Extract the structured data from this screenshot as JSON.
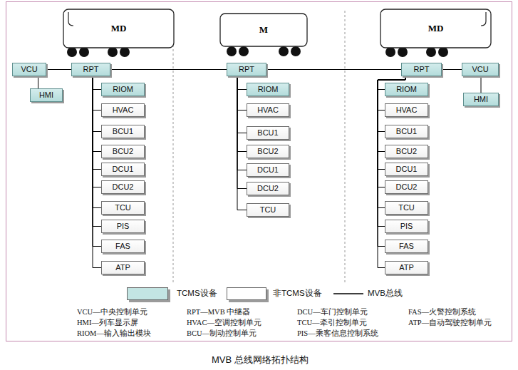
{
  "diagram": {
    "caption": "MVB 总线网络拓扑结构",
    "nodes": [
      {
        "text": [
          "MD"
        ]
      },
      {
        "text": [
          "M"
        ]
      },
      {
        "text": [
          "MD"
        ]
      },
      {
        "text": [
          "VCU"
        ]
      },
      {
        "text": [
          "HMI"
        ]
      },
      {
        "text": [
          "RPT"
        ]
      },
      {
        "text": [
          "RIOM"
        ]
      },
      {
        "text": [
          "HVAC"
        ]
      },
      {
        "text": [
          "BCU1"
        ]
      },
      {
        "text": [
          "BCU2"
        ]
      },
      {
        "text": [
          "DCU1"
        ]
      },
      {
        "text": [
          "DCU2"
        ]
      },
      {
        "text": [
          "TCU"
        ]
      },
      {
        "text": [
          "PIS"
        ]
      },
      {
        "text": [
          "FAS"
        ]
      },
      {
        "text": [
          "ATP"
        ]
      },
      {
        "text": [
          "RPT"
        ]
      },
      {
        "text": [
          "RIOM"
        ]
      },
      {
        "text": [
          "HVAC"
        ]
      },
      {
        "text": [
          "BCU1"
        ]
      },
      {
        "text": [
          "BCU2"
        ]
      },
      {
        "text": [
          "DCU1"
        ]
      },
      {
        "text": [
          "DCU2"
        ]
      },
      {
        "text": [
          "TCU"
        ]
      },
      {
        "text": [
          "RPT"
        ]
      },
      {
        "text": [
          "RIOM"
        ]
      },
      {
        "text": [
          "HVAC"
        ]
      },
      {
        "text": [
          "BCU1"
        ]
      },
      {
        "text": [
          "BCU2"
        ]
      },
      {
        "text": [
          "DCU1"
        ]
      },
      {
        "text": [
          "DCU2"
        ]
      },
      {
        "text": [
          "TCU"
        ]
      },
      {
        "text": [
          "PIS"
        ]
      },
      {
        "text": [
          "FAS"
        ]
      },
      {
        "text": [
          "ATP"
        ]
      },
      {
        "text": [
          "VCU"
        ]
      },
      {
        "text": [
          "HMI"
        ]
      }
    ],
    "edges": [
      {
        "from": 3,
        "to": 5,
        "arrow": "none"
      },
      {
        "from": 5,
        "to": 16,
        "arrow": "none"
      },
      {
        "from": 16,
        "to": 24,
        "arrow": "none"
      },
      {
        "from": 24,
        "to": 35,
        "arrow": "none"
      },
      {
        "from": 3,
        "to": 4,
        "arrow": "none"
      },
      {
        "from": 35,
        "to": 36,
        "arrow": "none"
      },
      {
        "from": 5,
        "to": 6,
        "arrow": "none"
      },
      {
        "from": 5,
        "to": 7,
        "arrow": "none"
      },
      {
        "from": 5,
        "to": 8,
        "arrow": "none"
      },
      {
        "from": 5,
        "to": 9,
        "arrow": "none"
      },
      {
        "from": 5,
        "to": 10,
        "arrow": "none"
      },
      {
        "from": 5,
        "to": 11,
        "arrow": "none"
      },
      {
        "from": 5,
        "to": 12,
        "arrow": "none"
      },
      {
        "from": 5,
        "to": 13,
        "arrow": "none"
      },
      {
        "from": 5,
        "to": 14,
        "arrow": "none"
      },
      {
        "from": 5,
        "to": 15,
        "arrow": "none"
      },
      {
        "from": 16,
        "to": 17,
        "arrow": "none"
      },
      {
        "from": 16,
        "to": 18,
        "arrow": "none"
      },
      {
        "from": 16,
        "to": 19,
        "arrow": "none"
      },
      {
        "from": 16,
        "to": 20,
        "arrow": "none"
      },
      {
        "from": 16,
        "to": 21,
        "arrow": "none"
      },
      {
        "from": 16,
        "to": 22,
        "arrow": "none"
      },
      {
        "from": 16,
        "to": 23,
        "arrow": "none"
      },
      {
        "from": 24,
        "to": 25,
        "arrow": "none"
      },
      {
        "from": 24,
        "to": 26,
        "arrow": "none"
      },
      {
        "from": 24,
        "to": 27,
        "arrow": "none"
      },
      {
        "from": 24,
        "to": 28,
        "arrow": "none"
      },
      {
        "from": 24,
        "to": 29,
        "arrow": "none"
      },
      {
        "from": 24,
        "to": 30,
        "arrow": "none"
      },
      {
        "from": 24,
        "to": 31,
        "arrow": "none"
      },
      {
        "from": 24,
        "to": 32,
        "arrow": "none"
      },
      {
        "from": 24,
        "to": 33,
        "arrow": "none"
      },
      {
        "from": 24,
        "to": 34,
        "arrow": "none"
      }
    ],
    "labels": [
      "VCU—中央控制单元",
      "RPT—MVB 中继器",
      "DCU—车门控制单元",
      "FAS—火警控制系统",
      "HMI—列车显示屏",
      "HVAC—空调控制单元",
      "TCU—牵引控制单元",
      "ATP—自动驾驶控制单元",
      "RIOM—输入输出模块",
      "BCU—制动控制单元",
      "PIS—乘客信息控制系统"
    ],
    "legend": [
      {
        "text": "TCMS设备",
        "color": "#c3e5e3"
      },
      {
        "text": "非TCMS设备",
        "color": "#ffffff"
      },
      {
        "text": "MVB总线"
      }
    ]
  }
}
